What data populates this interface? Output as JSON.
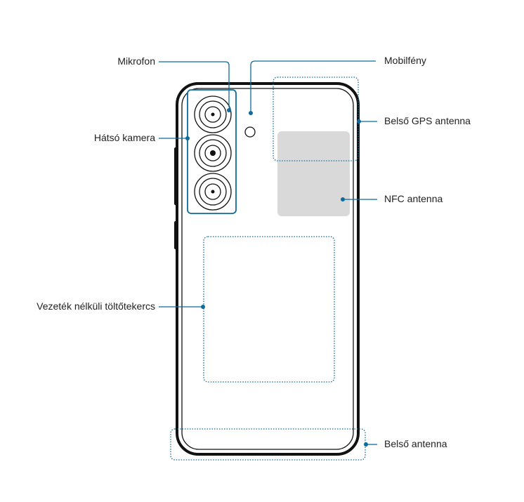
{
  "labels": {
    "mikrofon": "Mikrofon",
    "hatso_kamera": "Hátsó kamera",
    "vezetek_nelkuli": "Vezeték nélküli töltőtekercs",
    "mobilfeny": "Mobilfény",
    "belso_gps": "Belső GPS antenna",
    "nfc": "NFC antenna",
    "belso_antenna": "Belső antenna"
  },
  "colors": {
    "callout": "#0e6b9e",
    "outline": "#111111",
    "nfc_fill": "#d9d9d9",
    "text": "#222222"
  }
}
